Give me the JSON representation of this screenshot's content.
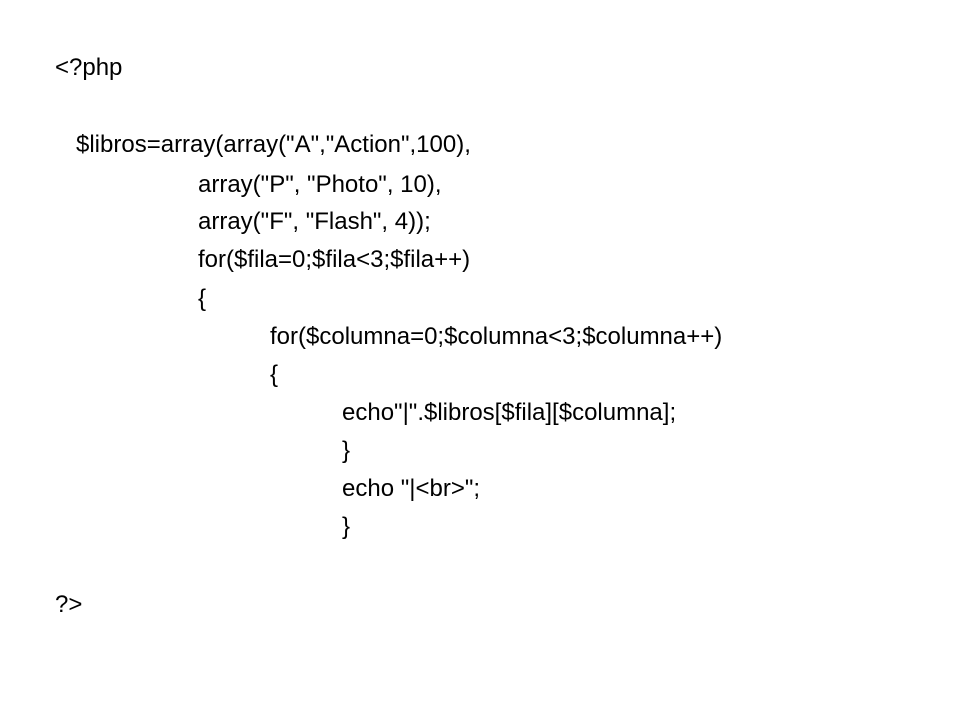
{
  "code": {
    "lines": [
      "<?php",
      "$libros=array(array(\"A\",\"Action\",100),",
      "array(\"P\", \"Photo\", 10),",
      "array(\"F\", \"Flash\", 4));",
      "for($fila=0;$fila<3;$fila++)",
      "{",
      "for($columna=0;$columna<3;$columna++)",
      "{",
      "echo\"|\".$libros[$fila][$columna];",
      "}",
      "echo \"|<br>\";",
      "}",
      "?>"
    ]
  },
  "colors": {
    "background": "#ffffff",
    "text": "#000000"
  }
}
